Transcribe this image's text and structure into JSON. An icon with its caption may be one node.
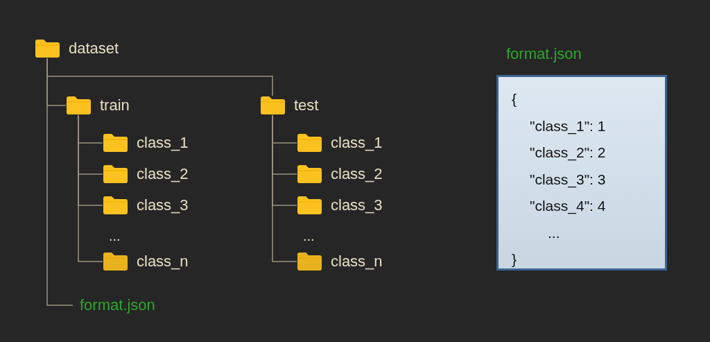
{
  "diagram": {
    "nodes": [
      {
        "text": [
          "dataset"
        ]
      },
      {
        "text": [
          "train"
        ]
      },
      {
        "text": [
          "class_1"
        ]
      },
      {
        "text": [
          "class_2"
        ]
      },
      {
        "text": [
          "class_3"
        ]
      },
      {
        "text": [
          "class_n"
        ]
      },
      {
        "text": [
          "test"
        ]
      },
      {
        "text": [
          "class_1"
        ]
      },
      {
        "text": [
          "class_2"
        ]
      },
      {
        "text": [
          "class_3"
        ]
      },
      {
        "text": [
          "class_n"
        ]
      },
      {
        "text": [
          "format.json"
        ]
      },
      {
        "text": [
          "format.json",
          "{",
          "\"class_1\": 1",
          "\"class_2\": 2",
          "\"class_3\": 3",
          "\"class_4\": 4",
          "...",
          "}"
        ]
      }
    ],
    "edges": [
      {
        "from": 0,
        "to": 1,
        "arrow": "none"
      },
      {
        "from": 0,
        "to": 6,
        "arrow": "none"
      },
      {
        "from": 0,
        "to": 11,
        "arrow": "none"
      },
      {
        "from": 1,
        "to": 2,
        "arrow": "none"
      },
      {
        "from": 1,
        "to": 3,
        "arrow": "none"
      },
      {
        "from": 1,
        "to": 4,
        "arrow": "none"
      },
      {
        "from": 1,
        "to": 5,
        "arrow": "none"
      },
      {
        "from": 6,
        "to": 7,
        "arrow": "none"
      },
      {
        "from": 6,
        "to": 8,
        "arrow": "none"
      },
      {
        "from": 6,
        "to": 9,
        "arrow": "none"
      },
      {
        "from": 6,
        "to": 10,
        "arrow": "none"
      }
    ],
    "labels": [
      "...",
      "..."
    ]
  }
}
